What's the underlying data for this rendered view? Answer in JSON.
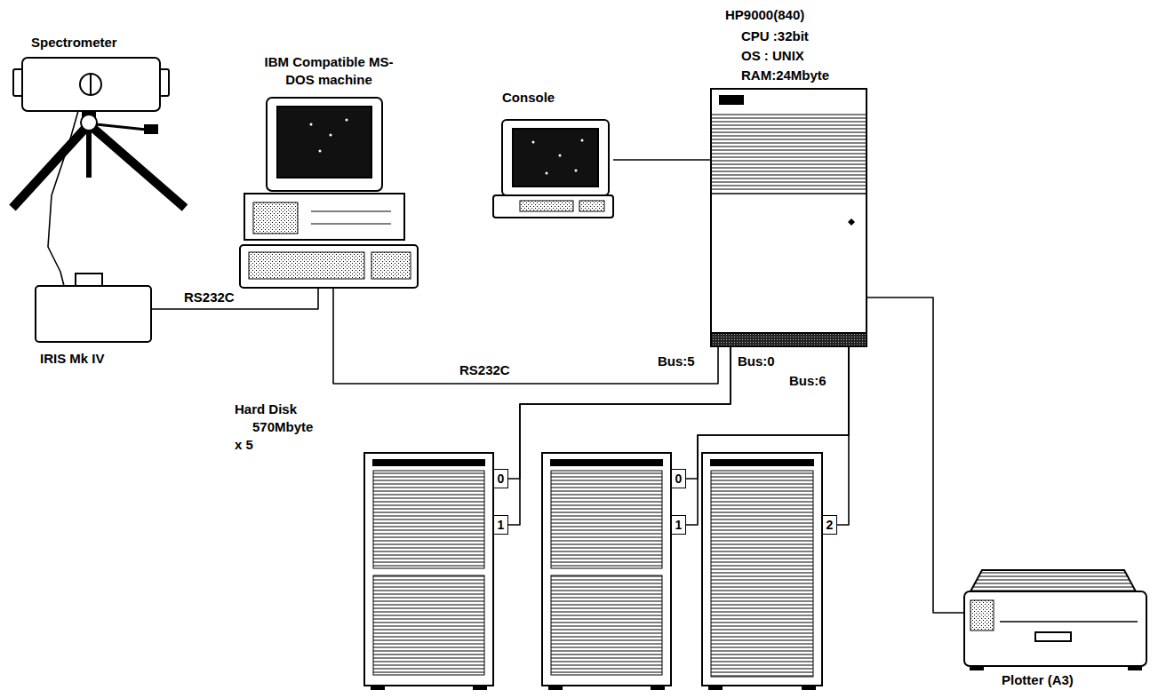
{
  "diagram": {
    "nodes": [
      {
        "text": [
          "Spectrometer"
        ]
      },
      {
        "text": [
          "IRIS Mk IV"
        ]
      },
      {
        "text": [
          "IBM Compatible MS-DOS machine"
        ]
      },
      {
        "text": [
          "Console"
        ]
      },
      {
        "text": [
          "HP9000(840)",
          "CPU :32bit",
          "OS : UNIX",
          "RAM:24Mbyte"
        ]
      },
      {
        "text": [
          "0"
        ]
      },
      {
        "text": [
          "1"
        ]
      },
      {
        "text": [
          "0"
        ]
      },
      {
        "text": [
          "1"
        ]
      },
      {
        "text": [
          "2"
        ]
      },
      {
        "text": [
          "Plotter (A3)"
        ]
      }
    ],
    "edges": [
      {
        "from": 0,
        "to": 1,
        "arrow": "none"
      },
      {
        "from": 1,
        "to": 2,
        "label": "RS232C",
        "arrow": "none"
      },
      {
        "from": 2,
        "to": 4,
        "label": "RS232C",
        "arrow": "none"
      },
      {
        "from": 3,
        "to": 4,
        "arrow": "none"
      },
      {
        "from": 4,
        "to": 5,
        "arrow": "none"
      },
      {
        "from": 4,
        "to": 6,
        "arrow": "none"
      },
      {
        "from": 4,
        "to": 7,
        "arrow": "none"
      },
      {
        "from": 4,
        "to": 8,
        "arrow": "none"
      },
      {
        "from": 4,
        "to": 9,
        "arrow": "none"
      },
      {
        "from": 4,
        "to": 10,
        "arrow": "none"
      }
    ],
    "labels": [
      "Bus:5",
      "Bus:0",
      "Bus:6",
      "Hard Disk",
      "570Mbyte",
      "x 5"
    ]
  }
}
